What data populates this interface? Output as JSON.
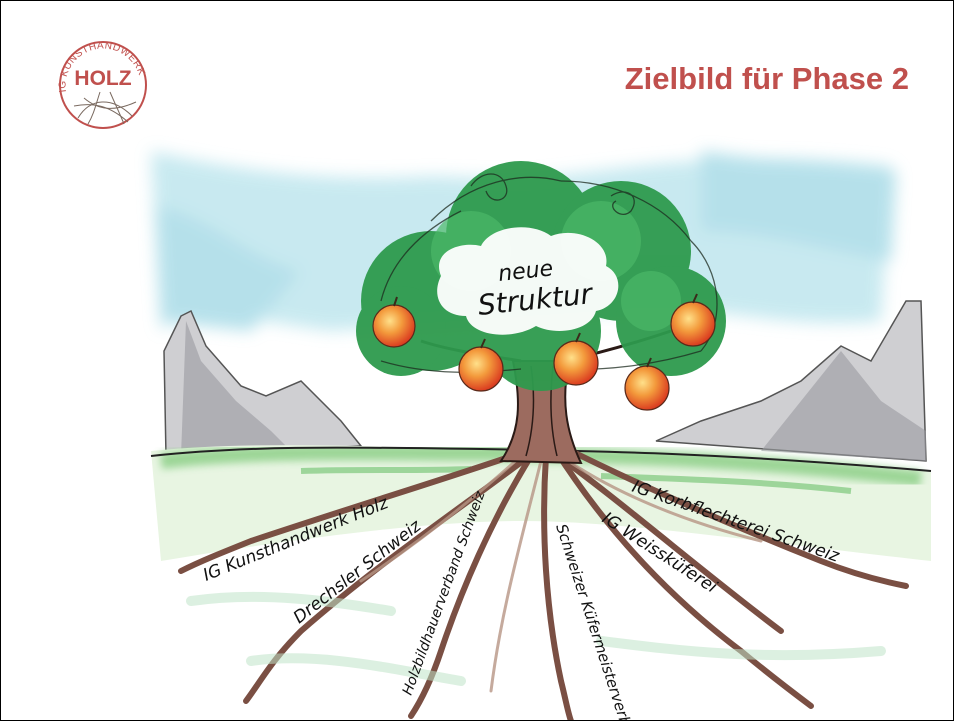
{
  "logo": {
    "name": "IG Kunsthandwerk Holz logo",
    "arc_text": "IG KUNSTHANDWERK",
    "main_text": "HOLZ",
    "color": "#c0504d"
  },
  "title": "Zielbild für Phase 2",
  "colors": {
    "title": "#c0504d",
    "sky": "#bfe6ee",
    "foliage": "#2e9a4d",
    "ground": "#8fd08a",
    "roots": "#7a4f43",
    "apples": "#e74a2b"
  },
  "tree": {
    "crown_label_line1": "neue",
    "crown_label_line2": "Struktur"
  },
  "roots": [
    "IG Kunsthandwerk Holz",
    "Drechsler Schweiz",
    "Holzbildhauerverband Schweiz",
    "Schweizer Küfermeisterverband",
    "IG Weissküferei",
    "IG Korbflechterei Schweiz"
  ]
}
